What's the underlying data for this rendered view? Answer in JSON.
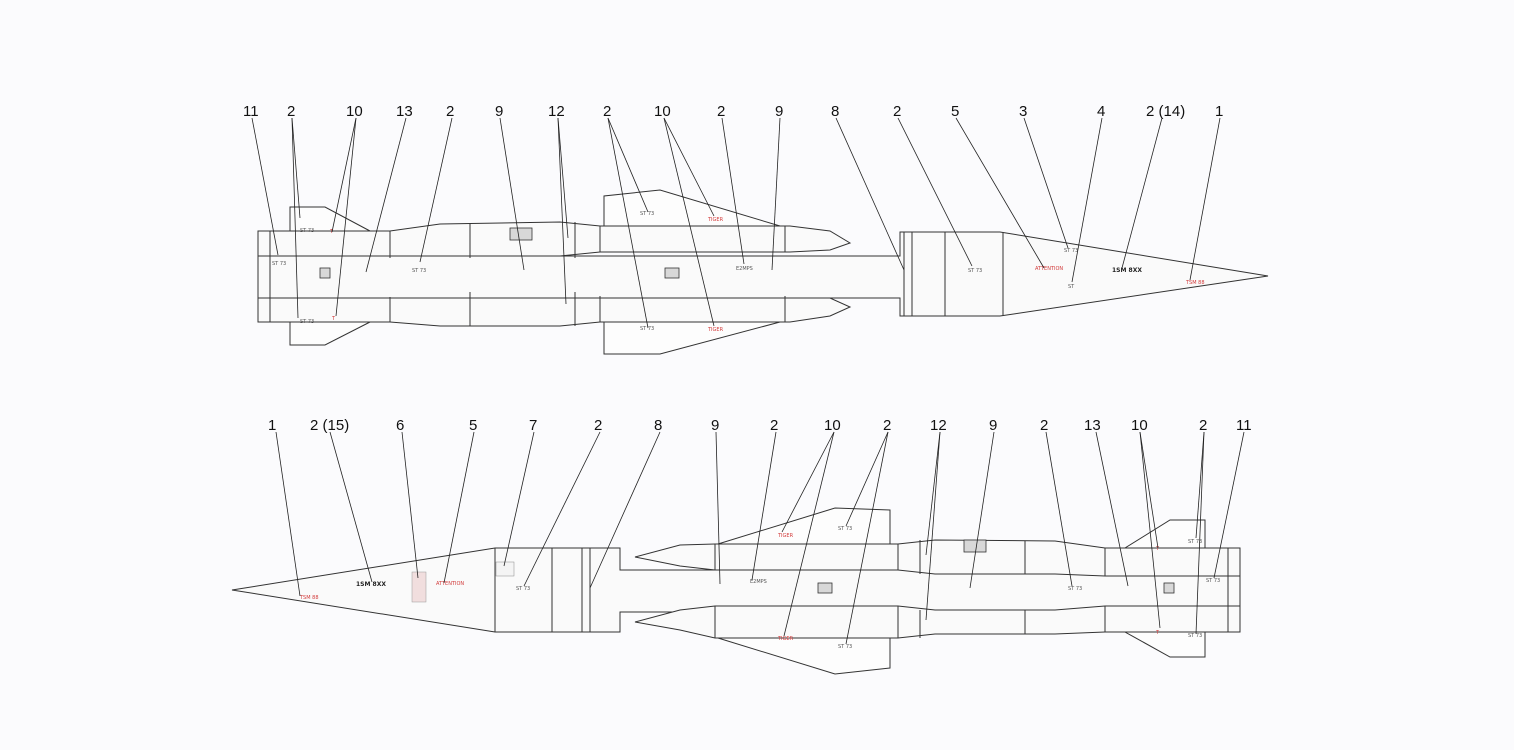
{
  "top_view": {
    "callouts": [
      "11",
      "2",
      "10",
      "13",
      "2",
      "9",
      "12",
      "2",
      "10",
      "2",
      "9",
      "8",
      "2",
      "5",
      "3",
      "4",
      "2 (14)",
      "1"
    ],
    "stencils": {
      "warning_missile": "1SM 8XX",
      "nose_red": "TSM 88",
      "rear_left": "ST 73",
      "mid_upper": "E2MPS",
      "mid_fin_red": "TIGER"
    }
  },
  "bottom_view": {
    "callouts": [
      "1",
      "2 (15)",
      "6",
      "5",
      "7",
      "2",
      "8",
      "9",
      "2",
      "10",
      "2",
      "12",
      "9",
      "2",
      "13",
      "10",
      "2",
      "11"
    ],
    "stencils": {
      "warning_missile": "1SM 8XX",
      "nose_red": "TSM 88",
      "rear_right": "ST 73"
    }
  }
}
